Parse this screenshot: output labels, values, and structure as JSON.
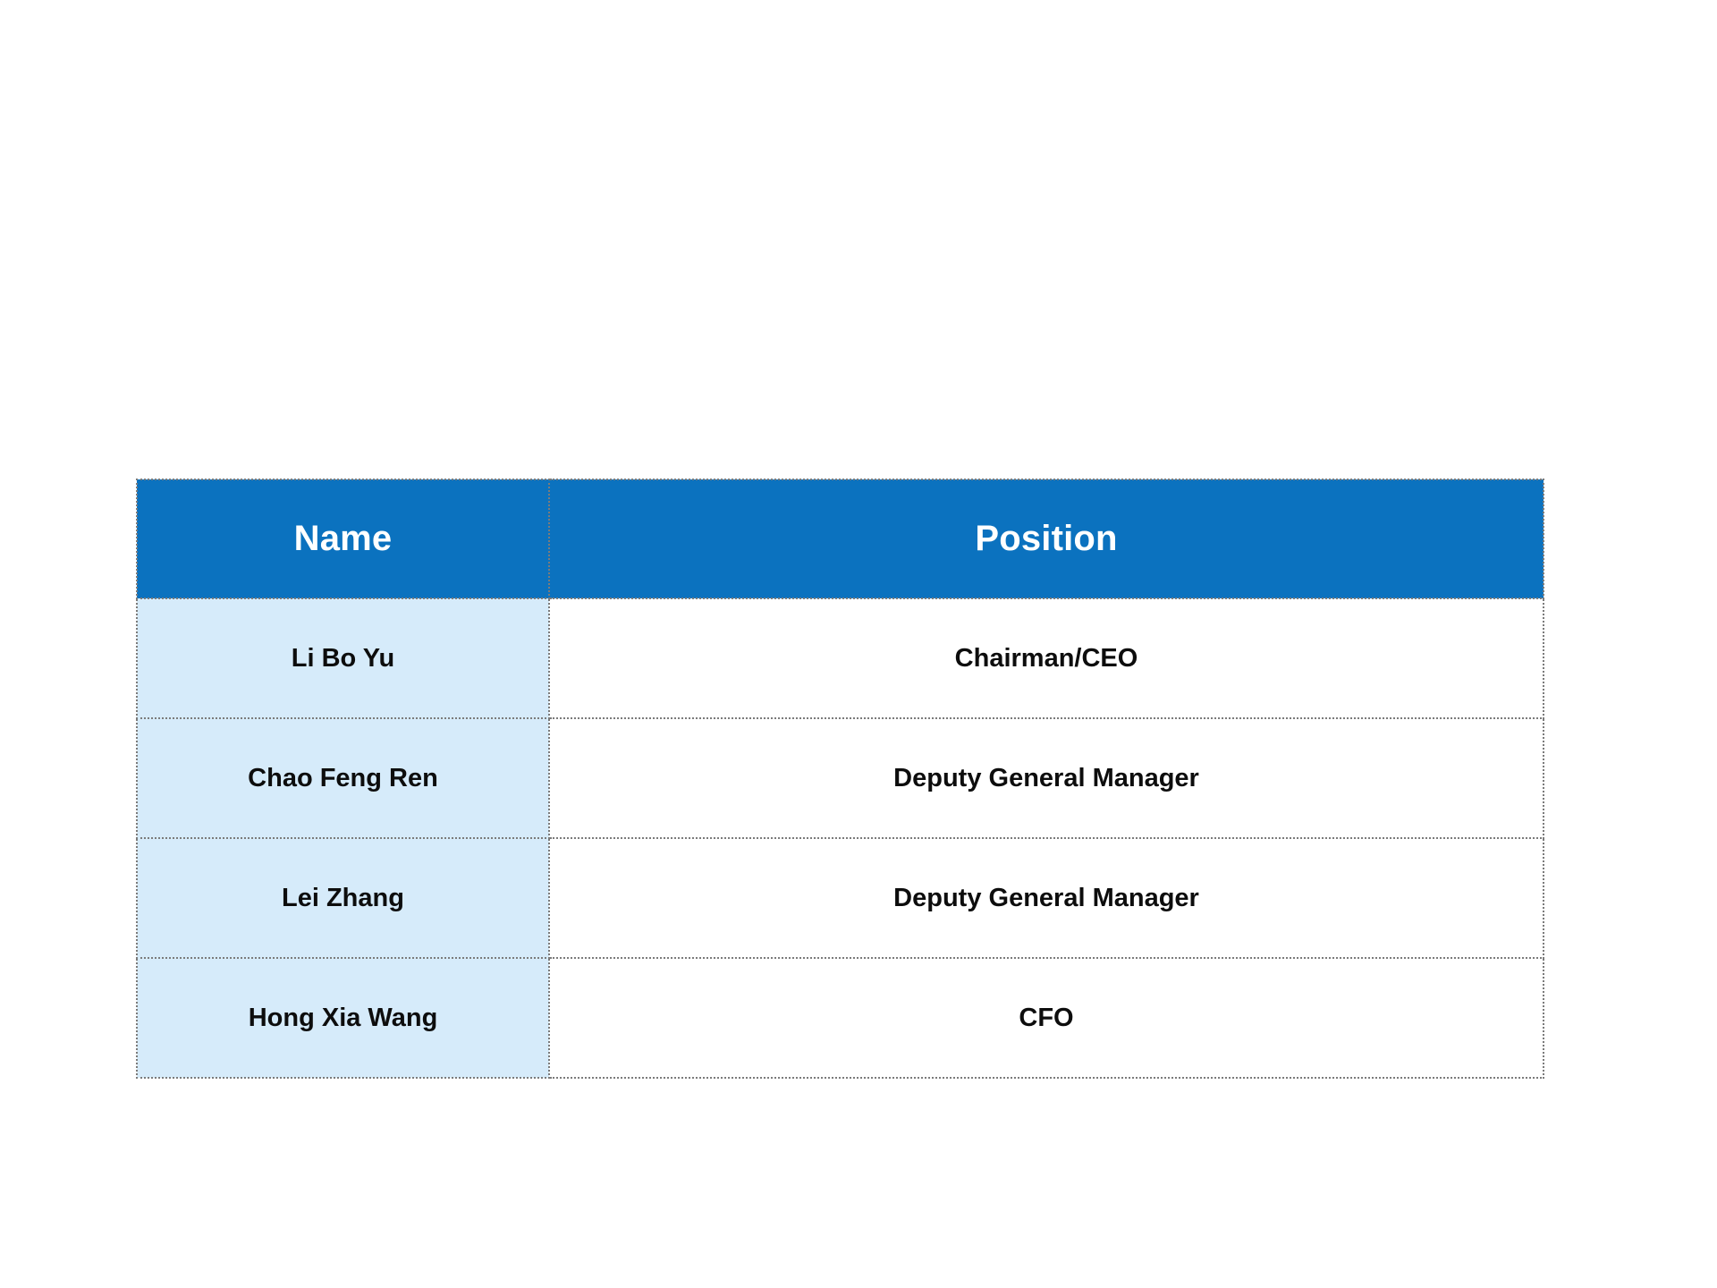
{
  "slide": {
    "background_color": "#ffffff"
  },
  "table": {
    "accent_color": "#0b72bf",
    "name_cell_color": "#d6ebfa",
    "position_cell_color": "#ffffff",
    "border_color": "#7b7b7b",
    "header_text_color": "#ffffff",
    "body_text_color": "#0d0d0d",
    "columns": [
      {
        "key": "name",
        "label": "Name"
      },
      {
        "key": "position",
        "label": "Position"
      }
    ],
    "rows": [
      {
        "name": "Li Bo Yu",
        "position": "Chairman/CEO"
      },
      {
        "name": "Chao Feng Ren",
        "position": "Deputy General Manager"
      },
      {
        "name": "Lei Zhang",
        "position": "Deputy General Manager"
      },
      {
        "name": "Hong Xia Wang",
        "position": "CFO"
      }
    ]
  }
}
